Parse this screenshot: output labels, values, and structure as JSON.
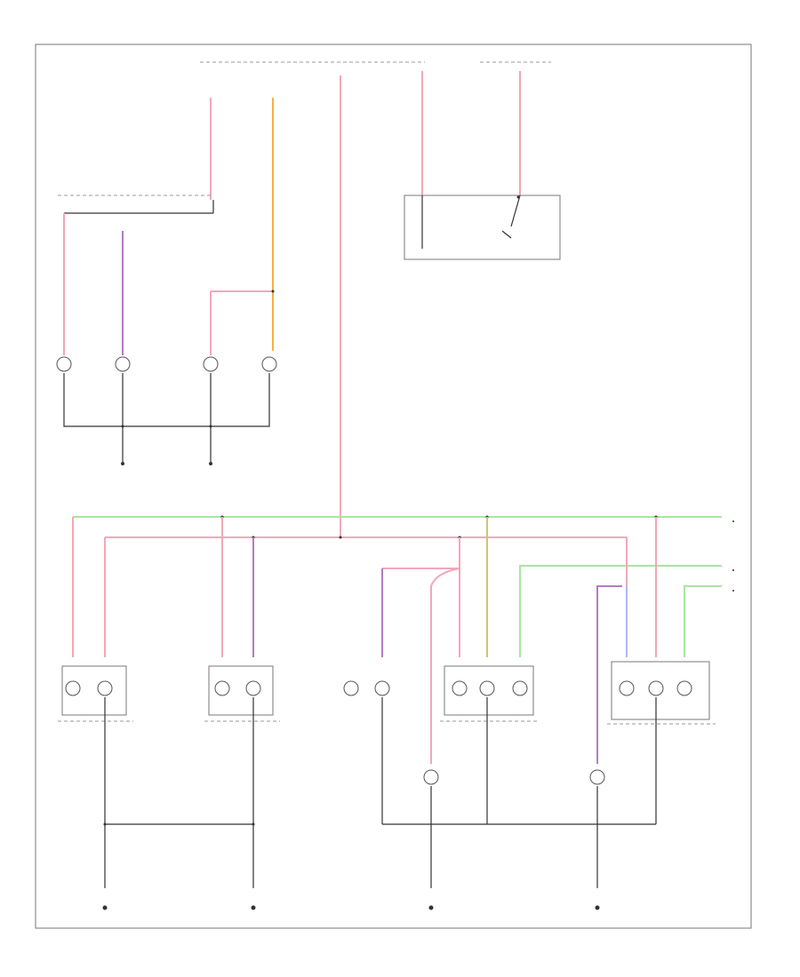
{
  "diagram": {
    "footer_code": "",
    "wire_colors": {
      "pink": "#f4a7b9",
      "orange": "#f5b041",
      "violet": "#b07cc6",
      "green": "#a8e6a1",
      "yellow_green": "#c8c870",
      "light_blue": "#a9b7ff",
      "black": "#333333"
    },
    "components": [
      {
        "id": "fuse-top-left"
      },
      {
        "id": "fuse-top-right"
      },
      {
        "id": "headlamp-switch"
      },
      {
        "id": "front-side-marker-left"
      },
      {
        "id": "front-side-marker-right"
      },
      {
        "id": "left-tail-lamp"
      },
      {
        "id": "right-tail-lamp"
      },
      {
        "id": "license-lamp"
      },
      {
        "id": "left-rear-combo-lamp"
      },
      {
        "id": "right-rear-combo-lamp"
      },
      {
        "id": "left-side-marker"
      },
      {
        "id": "right-side-marker"
      }
    ],
    "grounds": [
      {
        "id": "ground-1"
      },
      {
        "id": "ground-2"
      },
      {
        "id": "ground-3"
      },
      {
        "id": "ground-4"
      },
      {
        "id": "ground-5"
      },
      {
        "id": "ground-6"
      }
    ]
  }
}
